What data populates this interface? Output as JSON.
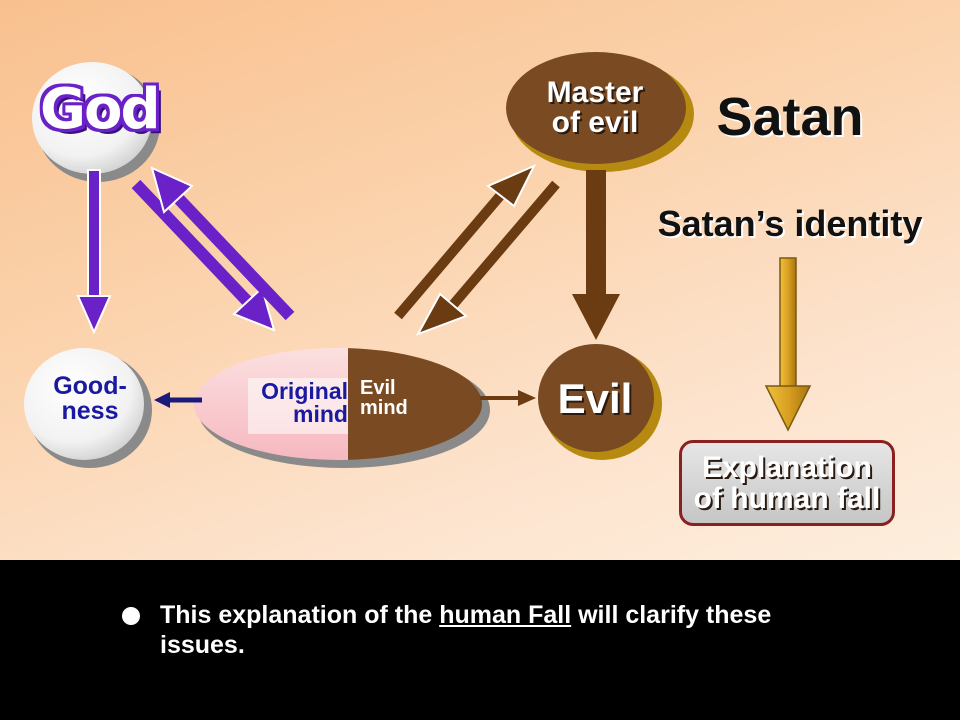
{
  "diagram": {
    "god": "God",
    "goodness": "Good-\nness",
    "original_mind": "Original\nmind",
    "evil_mind": "Evil\nmind",
    "evil": "Evil",
    "master_of_evil": "Master\nof evil",
    "satan": "Satan",
    "satans_identity": "Satan’s identity",
    "explanation": "Explanation\nof human fall"
  },
  "colors": {
    "purple": "#6a22c8",
    "brown": "#6b3b12",
    "gold": "#d9a020",
    "box_border": "#8a2020"
  },
  "bullet": {
    "before": "This explanation of the ",
    "underlined": "human Fall",
    "after": " will clarify these issues."
  }
}
